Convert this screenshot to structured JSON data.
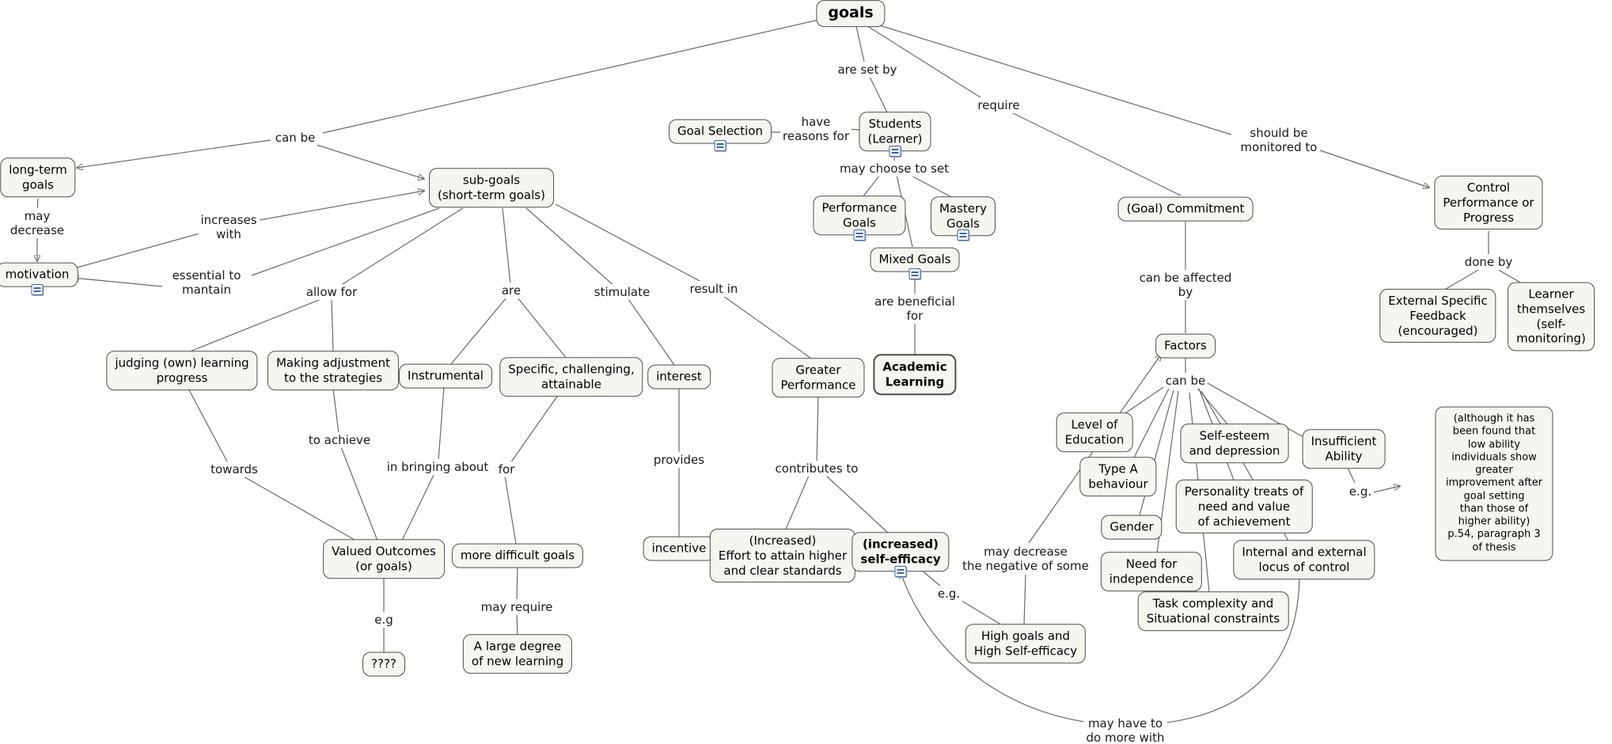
{
  "colors": {
    "background": "#ffffff",
    "node_fill": "#f6f6f1",
    "node_border": "#4e4e4e",
    "line": "#6a6a6a",
    "icon_blue": "#3b64a8"
  },
  "icons": {
    "resource": "resource-group-icon"
  },
  "nodes": {
    "goals": "goals",
    "long_term_goals": "long-term\ngoals",
    "motivation": "motivation",
    "sub_goals": "sub-goals\n(short-term goals)",
    "goal_selection": "Goal Selection",
    "students": "Students\n(Learner)",
    "performance_goals": "Performance\nGoals",
    "mastery_goals": "Mastery\nGoals",
    "mixed_goals": "Mixed Goals",
    "academic_learning": "Academic\nLearning",
    "goal_commitment": "(Goal) Commitment",
    "control_performance": "Control\nPerformance or\nProgress",
    "external_feedback": "External Specific\nFeedback\n(encouraged)",
    "learner_themselves": "Learner themselves\n(self-monitoring)",
    "factors": "Factors",
    "level_of_education": "Level of\nEducation",
    "type_a_behaviour": "Type A\nbehaviour",
    "gender": "Gender",
    "need_for_independence": "Need for\nindependence",
    "self_esteem": "Self-esteem\nand depression",
    "personality_treats": "Personality treats of\nneed and value\nof achievement",
    "internal_external_locus": "Internal and external\nlocus of control",
    "task_complexity": "Task complexity and\nSituational constraints",
    "insufficient_ability": "Insufficient\nAbility",
    "low_ability_note": "(although it has been found that\nlow ability individuals show greater\nimprovement after goal setting\nthan those of higher ability)\np.54, paragraph 3 of thesis",
    "judging_progress": "judging (own) learning\nprogress",
    "making_adjustment": "Making adjustment\nto the strategies",
    "instrumental": "Instrumental",
    "specific_challenging": "Specific, challenging,\nattainable",
    "interest": "interest",
    "greater_performance": "Greater\nPerformance",
    "incentive": "incentive",
    "increased_effort": "(Increased)\nEffort to attain higher\nand clear standards",
    "increased_self_efficacy": "(increased)\nself-efficacy",
    "valued_outcomes": "Valued Outcomes\n(or goals)",
    "more_difficult_goals": "more difficult goals",
    "new_learning": "A large degree\nof new learning",
    "unknown": "????",
    "high_goals": "High goals and\nHigh Self-efficacy"
  },
  "labels": {
    "can_be_1": "can be",
    "are_set_by": "are set by",
    "require": "require",
    "should_be_monitored": "should be\nmonitored to",
    "have_reasons_for": "have\nreasons for",
    "may_choose_to_set": "may choose to set",
    "are_beneficial_for": "are beneficial\nfor",
    "may_decrease": "may\ndecrease",
    "increases_with": "increases\nwith",
    "essential_to_mantain": "essential to\nmantain",
    "allow_for": "allow for",
    "are": "are",
    "stimulate": "stimulate",
    "result_in": "result in",
    "can_be_affected_by": "can be affected\nby",
    "done_by": "done by",
    "can_be_2": "can be",
    "towards": "towards",
    "to_achieve": "to achieve",
    "in_bringing_about": "in bringing about",
    "for_label": "for",
    "provides": "provides",
    "contributes_to": "contributes to",
    "may_require": "may require",
    "eg_1": "e.g",
    "eg_2": "e.g.",
    "eg_3": "e.g.",
    "may_decrease_negative": "may decrease\nthe negative of some",
    "may_have_to": "may have to\ndo more with"
  }
}
